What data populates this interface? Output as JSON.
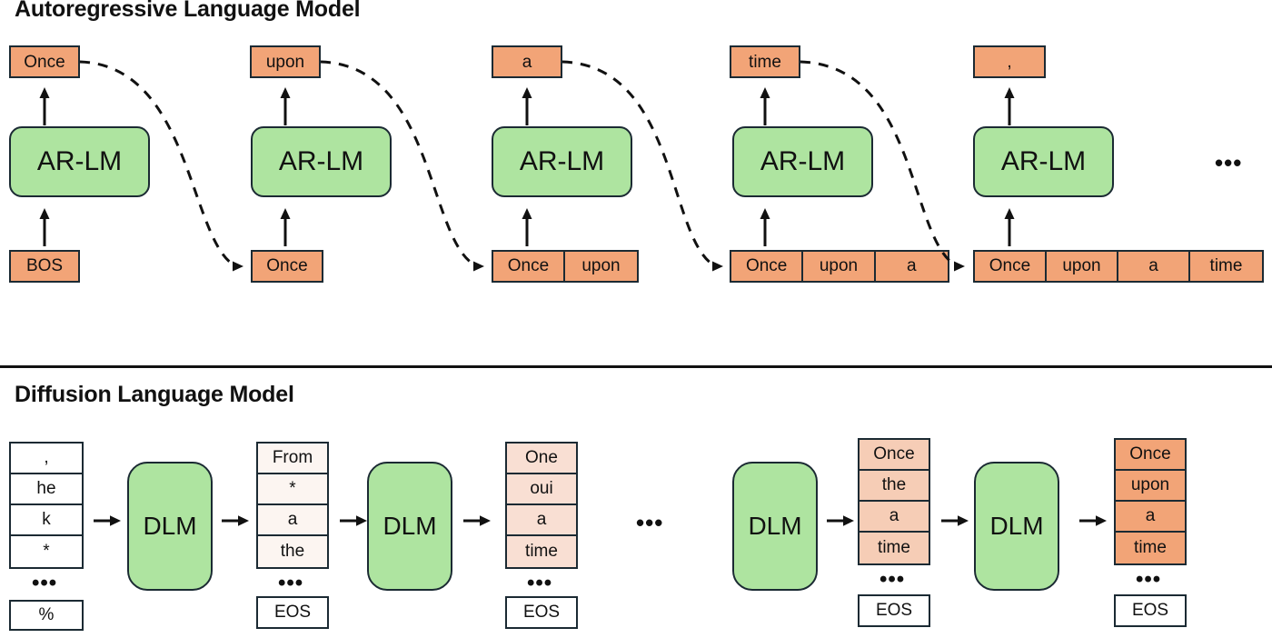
{
  "sections": {
    "ar": {
      "title": "Autoregressive Language Model",
      "model_label": "AR-LM",
      "trailing_ellipsis": "•••",
      "steps": [
        {
          "output_token": "Once",
          "input_tokens": [
            "BOS"
          ],
          "input_style": "white"
        },
        {
          "output_token": "upon",
          "input_tokens": [
            "Once"
          ],
          "input_style": "orange"
        },
        {
          "output_token": "a",
          "input_tokens": [
            "Once",
            "upon"
          ],
          "input_style": "orange"
        },
        {
          "output_token": "time",
          "input_tokens": [
            "Once",
            "upon",
            "a"
          ],
          "input_style": "orange"
        },
        {
          "output_token": ",",
          "input_tokens": [
            "Once",
            "upon",
            "a",
            "time"
          ],
          "input_style": "orange"
        }
      ]
    },
    "dlm": {
      "title": "Diffusion Language Model",
      "model_label": "DLM",
      "mid_ellipsis": "•••",
      "column_ellipsis": "•••",
      "eos_label": "EOS",
      "columns": [
        {
          "name": "noise",
          "tokens": [
            ",",
            "he",
            "k",
            "*"
          ],
          "fill": "#FFFFFF",
          "last_label": "%",
          "last_boxed": true
        },
        {
          "name": "step-1",
          "tokens": [
            "From",
            "*",
            "a",
            "the"
          ],
          "fill": "#FCF5F1",
          "last_label": "EOS",
          "last_boxed": true
        },
        {
          "name": "step-2",
          "tokens": [
            "One",
            "oui",
            "a",
            "time"
          ],
          "fill": "#F9DFD3",
          "last_label": "EOS",
          "last_boxed": true
        },
        {
          "name": "step-n",
          "tokens": [
            "Once",
            "the",
            "a",
            "time"
          ],
          "fill": "#F6CDB6",
          "last_label": "EOS",
          "last_boxed": true
        },
        {
          "name": "final",
          "tokens": [
            "Once",
            "upon",
            "a",
            "time"
          ],
          "fill": "#F2A477",
          "last_label": "EOS",
          "last_boxed": true
        }
      ]
    }
  },
  "colors": {
    "token_orange": "#F2A477",
    "model_green": "#AEE4A0",
    "outline": "#1B2A33",
    "text": "#111111",
    "background": "#FFFFFF"
  }
}
